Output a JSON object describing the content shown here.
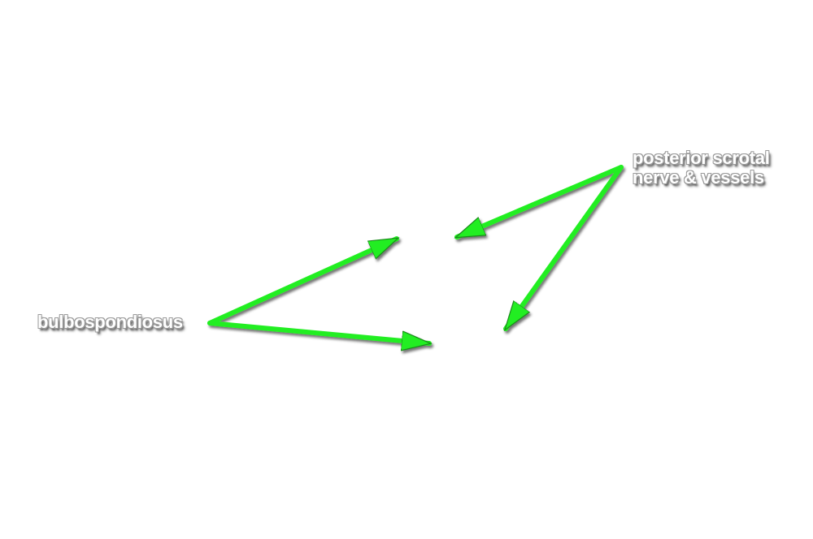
{
  "labels": {
    "bulbospondiosus": "bulbospondiosus",
    "posterior_scrotal_line1": "posterior scrotal",
    "posterior_scrotal_line2": "nerve & vessels"
  },
  "colors": {
    "arrow": "#22ee22",
    "background": "#ffffff",
    "label_text": "#ffffff"
  }
}
